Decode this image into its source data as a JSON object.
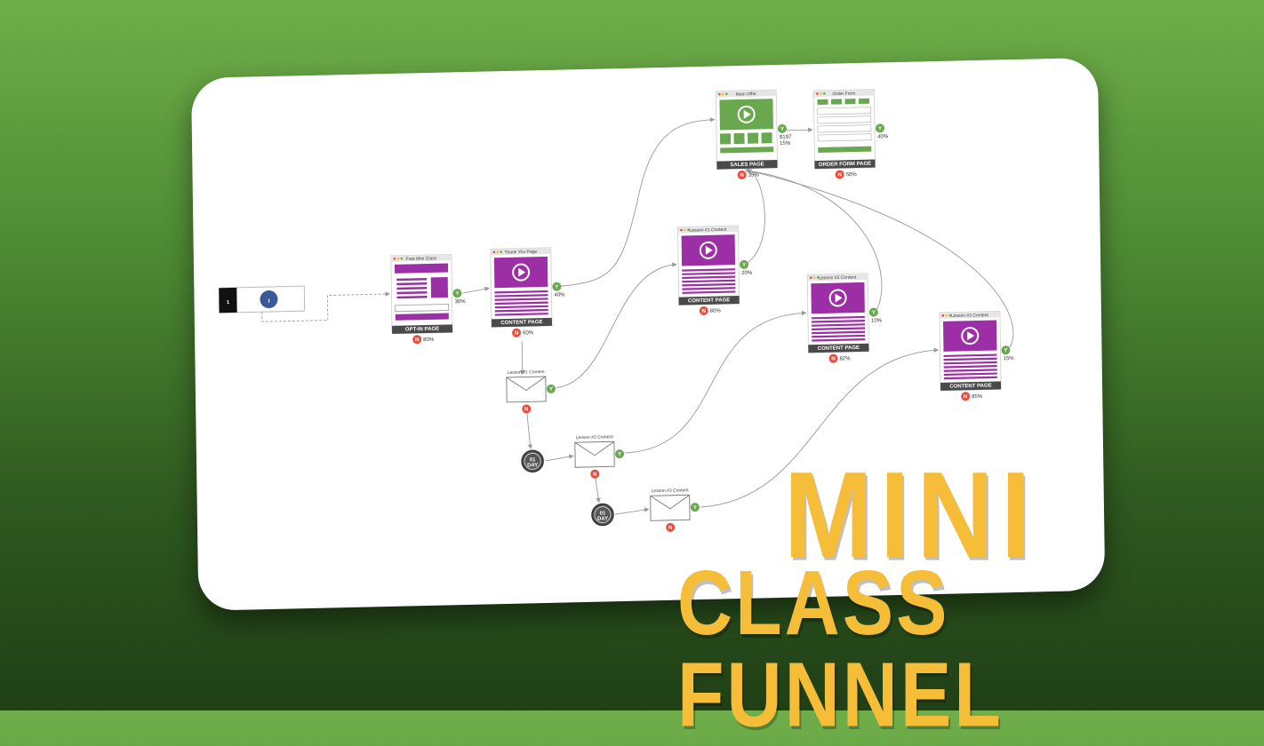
{
  "title": {
    "line1": "MINI",
    "line2": "CLASS FUNNEL"
  },
  "colors": {
    "green": "#6aa84f",
    "purple": "#9c2fa6",
    "red": "#e84c3d",
    "title": "#f5bd38"
  },
  "source": {
    "number": "1",
    "icon": "facebook-icon"
  },
  "pages": [
    {
      "id": "optin",
      "header": "Free Mini Class",
      "label": "OPT-IN PAGE",
      "yes_pct": "30%",
      "no_pct": "80%",
      "style": "optin"
    },
    {
      "id": "thankyou",
      "header": "Thank You Page",
      "label": "CONTENT PAGE",
      "yes_pct": "40%",
      "no_pct": "60%",
      "style": "video"
    },
    {
      "id": "lesson1",
      "header": "Lesson #1 Content",
      "label": "CONTENT PAGE",
      "yes_pct": "20%",
      "no_pct": "80%",
      "style": "video"
    },
    {
      "id": "lesson2",
      "header": "Lesson #2 Content",
      "label": "CONTENT PAGE",
      "yes_pct": "10%",
      "no_pct": "82%",
      "style": "video"
    },
    {
      "id": "lesson3",
      "header": "Lesson #3 Content",
      "label": "CONTENT PAGE",
      "yes_pct": "15%",
      "no_pct": "85%",
      "style": "video"
    },
    {
      "id": "sales",
      "header": "Main Offer",
      "label": "SALES PAGE",
      "yes_pct": "$197\n15%",
      "no_pct": "35%",
      "style": "sales"
    },
    {
      "id": "order",
      "header": "Order Form",
      "label": "ORDER FORM PAGE",
      "yes_pct": "40%",
      "no_pct": "50%",
      "style": "order"
    }
  ],
  "emails": [
    {
      "id": "email1",
      "label": "Lesson #1 Content"
    },
    {
      "id": "email2",
      "label": "Lesson #2 Content"
    },
    {
      "id": "email3",
      "label": "Lesson #3 Content"
    }
  ],
  "delays": [
    {
      "id": "delay1",
      "text": "01",
      "sub": "DAY"
    },
    {
      "id": "delay2",
      "text": "01",
      "sub": "DAY"
    }
  ],
  "badges": {
    "yes": "Y",
    "no": "N"
  }
}
